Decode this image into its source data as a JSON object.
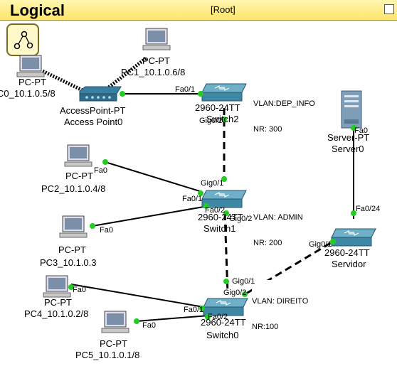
{
  "header": {
    "title": "Logical",
    "root": "[Root]"
  },
  "devices": {
    "pc0": {
      "type": "PC-PT",
      "name": "C0_10.1.0.5/8"
    },
    "pc1": {
      "type": "PC-PT",
      "name": "PC1_10.1.0.6/8"
    },
    "ap": {
      "type": "AccessPoint-PT",
      "name": "Access Point0"
    },
    "sw2": {
      "type": "2960-24TT",
      "name": "Switch2"
    },
    "sw1": {
      "type": "2960-24TT",
      "name": "Switch1"
    },
    "sw0": {
      "type": "2960-24TT",
      "name": "Switch0"
    },
    "swsrv": {
      "type": "2960-24TT",
      "name": "Servidor"
    },
    "server": {
      "type": "Server-PT",
      "name": "Server0"
    },
    "pc2": {
      "type": "PC-PT",
      "name": "PC2_10.1.0.4/8"
    },
    "pc3": {
      "type": "PC-PT",
      "name": "PC3_10.1.0.3"
    },
    "pc4": {
      "type": "PC-PT",
      "name": "PC4_10.1.0.2/8"
    },
    "pc5": {
      "type": "PC-PT",
      "name": "PC5_10.1.0.1/8"
    }
  },
  "vlans": {
    "sw2": {
      "line1": "VLAN:DEP_INFO",
      "line2": "NR: 300"
    },
    "sw1": {
      "line1": "VLAN: ADMIN",
      "line2": "NR: 200"
    },
    "sw0": {
      "line1": "VLAN: DIREITO",
      "line2": "NR:100"
    }
  },
  "ports": {
    "fa0_1": "Fa0/1",
    "fa0_2": "Fa0/2",
    "gig0_1": "Gig0/1",
    "gig0_2": "Gig0/2",
    "fa0": "Fa0",
    "fa0_24": "Fa0/24"
  },
  "colors": {
    "link": "#000000",
    "port_up": "#22cc22",
    "switch_body": "#4a90a8",
    "header_bg": "#ffe56a"
  }
}
